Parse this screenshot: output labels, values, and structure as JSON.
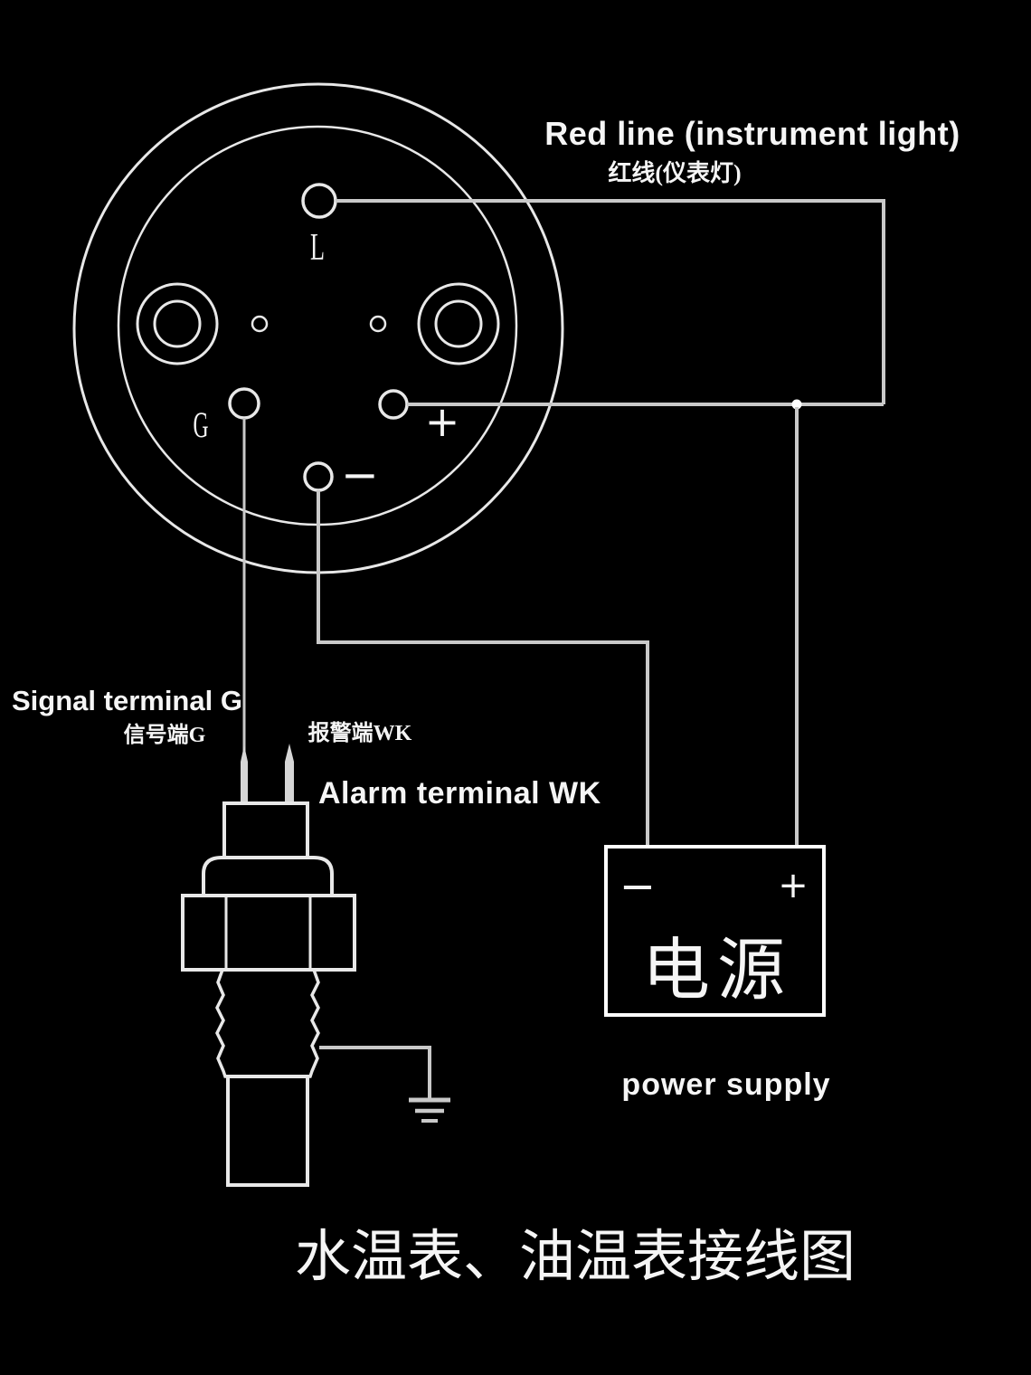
{
  "colors": {
    "background": "#000000",
    "wire": "#c9c9c9",
    "outline": "#e8e8e8",
    "text": "#f5f5f5"
  },
  "gauge": {
    "terminals": {
      "top": "L",
      "left": "G",
      "right": "+",
      "bottom": "−"
    }
  },
  "annotations": {
    "red_line_en": "Red line (instrument light)",
    "red_line_zh": "红线(仪表灯)",
    "signal_terminal_en": "Signal terminal G",
    "signal_terminal_zh": "信号端G",
    "alarm_terminal_zh": "报警端WK",
    "alarm_terminal_en": "Alarm terminal WK"
  },
  "power_supply": {
    "minus": "−",
    "plus": "+",
    "name_zh": "电源",
    "caption": "power supply"
  },
  "title": "水温表、油温表接线图"
}
